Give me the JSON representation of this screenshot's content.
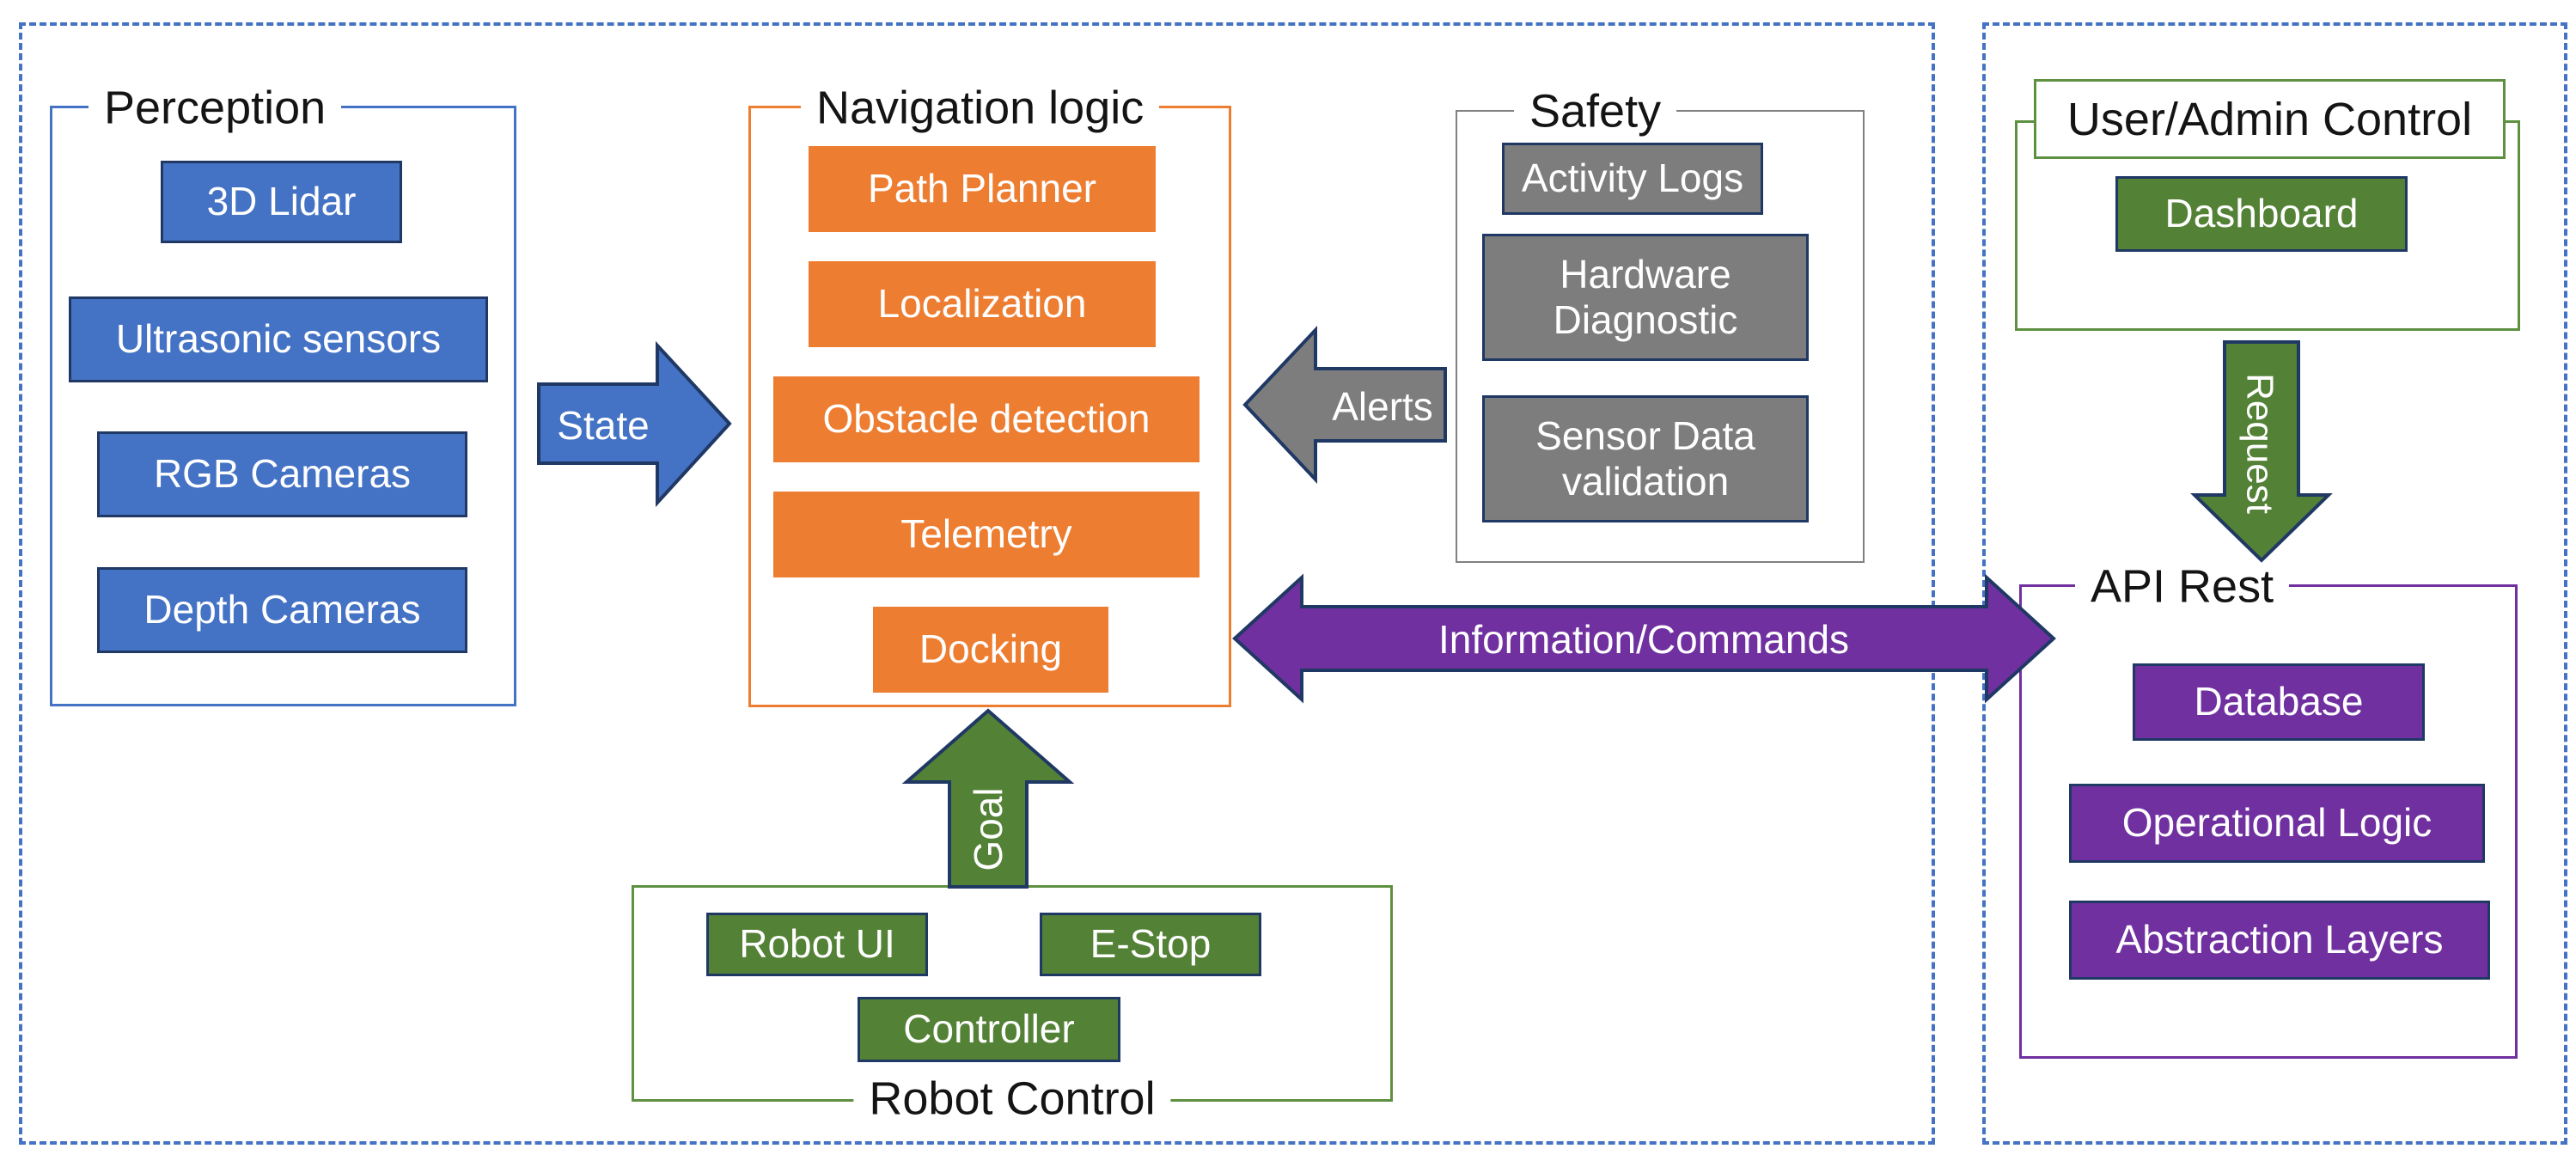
{
  "groups": {
    "perception": {
      "title": "Perception",
      "boxes": [
        "3D Lidar",
        "Ultrasonic sensors",
        "RGB Cameras",
        "Depth Cameras"
      ]
    },
    "navigation": {
      "title": "Navigation logic",
      "boxes": [
        "Path Planner",
        "Localization",
        "Obstacle detection",
        "Telemetry",
        "Docking"
      ]
    },
    "safety": {
      "title": "Safety",
      "boxes": [
        "Activity Logs",
        "Hardware Diagnostic",
        "Sensor Data validation"
      ]
    },
    "robot_control": {
      "title": "Robot Control",
      "boxes": [
        "Robot UI",
        "E-Stop",
        "Controller"
      ]
    },
    "user_admin": {
      "title": "User/Admin Control",
      "boxes": [
        "Dashboard"
      ]
    },
    "api_rest": {
      "title": "API Rest",
      "boxes": [
        "Database",
        "Operational Logic",
        "Abstraction Layers"
      ]
    }
  },
  "arrows": {
    "state": {
      "label": "State",
      "direction": "right"
    },
    "alerts": {
      "label": "Alerts",
      "direction": "left"
    },
    "goal": {
      "label": "Goal",
      "direction": "up"
    },
    "request": {
      "label": "Request",
      "direction": "down"
    },
    "information": {
      "label": "Information/Commands",
      "direction": "both"
    }
  },
  "colors": {
    "blue_fill": "#4472C4",
    "orange_fill": "#ED7D31",
    "gray_fill": "#7D7D7D",
    "green_fill": "#538135",
    "green_outline": "#5E9041",
    "purple_fill": "#7030A0",
    "navy_outline": "#1F3864",
    "container_dash": "#4472C4"
  }
}
